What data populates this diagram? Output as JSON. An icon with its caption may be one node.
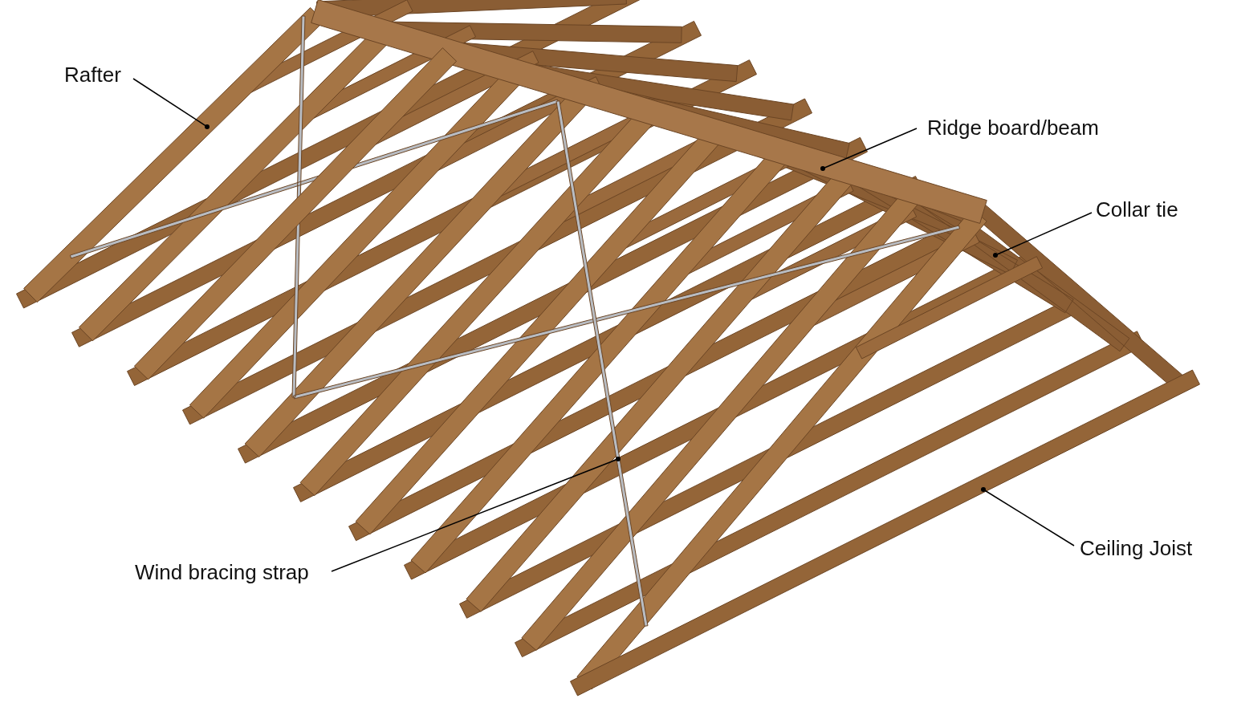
{
  "diagram": {
    "nodes": [
      {
        "text": [
          "Rafter"
        ]
      },
      {
        "text": [],
        "shape": "bar"
      },
      {
        "text": [
          "Ridge board/beam"
        ]
      },
      {
        "text": [],
        "shape": "bar"
      },
      {
        "text": [
          "Collar tie"
        ]
      },
      {
        "text": [],
        "shape": "bar"
      },
      {
        "text": [
          "Wind bracing strap"
        ]
      },
      {
        "text": [],
        "shape": "bar"
      },
      {
        "text": [
          "Ceiling Joist"
        ]
      },
      {
        "text": [],
        "shape": "bar"
      }
    ],
    "edges": [
      {
        "from": 0,
        "to": 1,
        "arrow": "other"
      },
      {
        "from": 2,
        "to": 3,
        "arrow": "other"
      },
      {
        "from": 4,
        "to": 5,
        "arrow": "other"
      },
      {
        "from": 6,
        "to": 7,
        "arrow": "other"
      },
      {
        "from": 8,
        "to": 9,
        "arrow": "other"
      }
    ]
  }
}
